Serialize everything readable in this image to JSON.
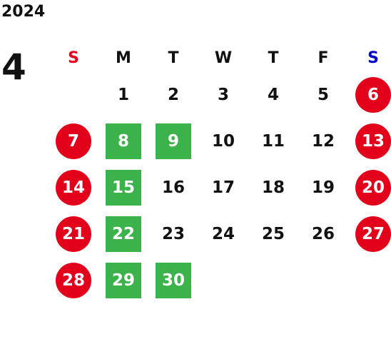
{
  "calendar": {
    "year": "2024",
    "month": "4",
    "weekdays": [
      "S",
      "M",
      "T",
      "W",
      "T",
      "F",
      "S"
    ],
    "weeks": [
      [
        {
          "label": "",
          "style": "empty"
        },
        {
          "label": "1",
          "style": "normal"
        },
        {
          "label": "2",
          "style": "normal"
        },
        {
          "label": "3",
          "style": "normal"
        },
        {
          "label": "4",
          "style": "normal"
        },
        {
          "label": "5",
          "style": "normal"
        },
        {
          "label": "6",
          "style": "holiday"
        }
      ],
      [
        {
          "label": "7",
          "style": "holiday"
        },
        {
          "label": "8",
          "style": "special"
        },
        {
          "label": "9",
          "style": "special"
        },
        {
          "label": "10",
          "style": "normal"
        },
        {
          "label": "11",
          "style": "normal"
        },
        {
          "label": "12",
          "style": "normal"
        },
        {
          "label": "13",
          "style": "holiday"
        }
      ],
      [
        {
          "label": "14",
          "style": "holiday"
        },
        {
          "label": "15",
          "style": "special"
        },
        {
          "label": "16",
          "style": "normal"
        },
        {
          "label": "17",
          "style": "normal"
        },
        {
          "label": "18",
          "style": "normal"
        },
        {
          "label": "19",
          "style": "normal"
        },
        {
          "label": "20",
          "style": "holiday"
        }
      ],
      [
        {
          "label": "21",
          "style": "holiday"
        },
        {
          "label": "22",
          "style": "special"
        },
        {
          "label": "23",
          "style": "normal"
        },
        {
          "label": "24",
          "style": "normal"
        },
        {
          "label": "25",
          "style": "normal"
        },
        {
          "label": "26",
          "style": "normal"
        },
        {
          "label": "27",
          "style": "holiday"
        }
      ],
      [
        {
          "label": "28",
          "style": "holiday"
        },
        {
          "label": "29",
          "style": "special"
        },
        {
          "label": "30",
          "style": "special"
        },
        {
          "label": "",
          "style": "empty"
        },
        {
          "label": "",
          "style": "empty"
        },
        {
          "label": "",
          "style": "empty"
        },
        {
          "label": "",
          "style": "empty"
        }
      ]
    ]
  },
  "colors": {
    "sunday_header": "#e8001c",
    "saturday_header": "#0000cc",
    "holiday_circle": "#e3001b",
    "special_square": "#3bb34a",
    "text": "#111111"
  }
}
